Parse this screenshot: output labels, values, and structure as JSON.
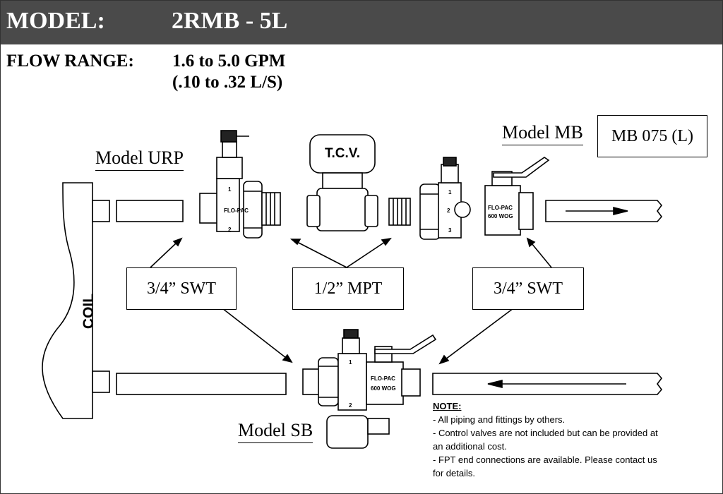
{
  "header": {
    "model_label": "MODEL:",
    "model_value": "2RMB - 5L"
  },
  "flow": {
    "label": "FLOW RANGE:",
    "gpm": "1.6 to 5.0 GPM",
    "ls": "(.10 to .32 L/S)"
  },
  "labels": {
    "model_urp": "Model URP",
    "model_mb": "Model MB",
    "model_sb": "Model SB",
    "mb_part": "MB 075 (L)",
    "tcv": "T.C.V.",
    "coil": "COIL",
    "swt_left": "3/4” SWT",
    "mpt_center": "1/2” MPT",
    "swt_right": "3/4” SWT"
  },
  "valve_text": {
    "flo_pac": "FLO-PAC",
    "wog": "600 WOG",
    "port_1": "1",
    "port_2": "2",
    "port_3": "3"
  },
  "note": {
    "title": "NOTE:",
    "lines": [
      "- All piping and fittings by others.",
      "- Control valves are not included but can be provided at an additional cost.",
      "- FPT end connections are available.  Please contact us for details."
    ]
  }
}
